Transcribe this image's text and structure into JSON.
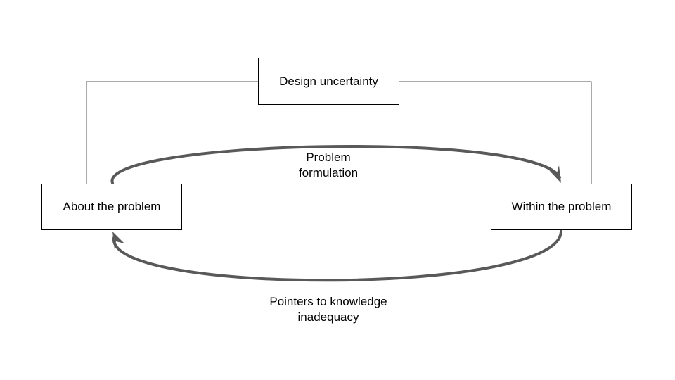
{
  "diagram": {
    "nodes": {
      "top": "Design uncertainty",
      "left": "About the problem",
      "right": "Within the problem"
    },
    "edges": {
      "formulation": [
        "Problem",
        "formulation"
      ],
      "pointers": [
        "Pointers to knowledge",
        "inadequacy"
      ]
    }
  },
  "colors": {
    "thin_line": "#555555",
    "arrow": "#595959",
    "box_border": "#000000"
  }
}
